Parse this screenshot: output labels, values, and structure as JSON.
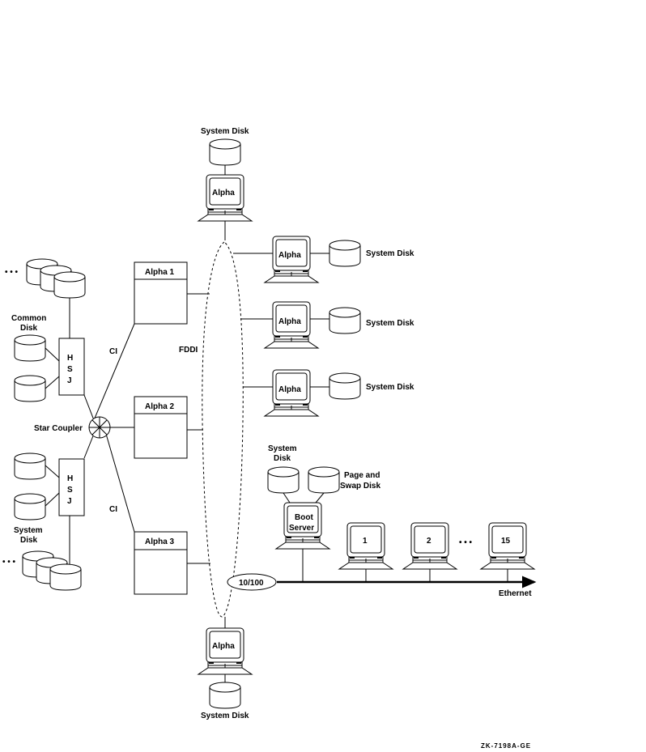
{
  "diagram": {
    "figure_id": "ZK-7198A-GE",
    "labels": {
      "system_disk": "System Disk",
      "system": "System",
      "disk": "Disk",
      "common": "Common",
      "ci": "CI",
      "fddi": "FDDI",
      "star_coupler": "Star Coupler",
      "page_and": "Page and",
      "swap_disk": "Swap Disk",
      "ethernet": "Ethernet",
      "speed": "10/100",
      "ellipsis": "• • •"
    },
    "hsj": [
      "H",
      "S",
      "J"
    ],
    "cluster_nodes": [
      "Alpha 1",
      "Alpha 2",
      "Alpha 3"
    ],
    "workstation_label": "Alpha",
    "boot_server": [
      "Boot",
      "Server"
    ],
    "satellites": [
      "1",
      "2",
      "15"
    ]
  }
}
